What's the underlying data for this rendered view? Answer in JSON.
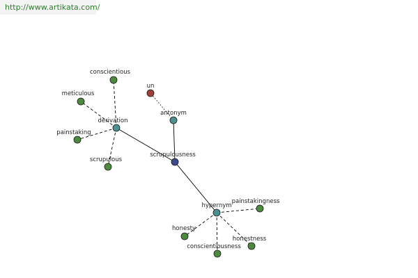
{
  "header": {
    "url": "http://www.artikata.com/"
  },
  "colors": {
    "background": "#ffffff",
    "url_text": "#2e7d2e",
    "edge": "#000000",
    "node_center": "#3a4a8c",
    "node_relation": "#4e8f8f",
    "node_word": "#4e8a3e",
    "node_antonym": "#a0403a"
  },
  "graph": {
    "nodes": [
      {
        "id": "scrupulousness",
        "label": "scrupulousness",
        "kind": "center"
      },
      {
        "id": "derivation",
        "label": "derivation",
        "kind": "relation"
      },
      {
        "id": "antonym",
        "label": "antonym",
        "kind": "relation"
      },
      {
        "id": "hypernym",
        "label": "hypernym",
        "kind": "relation"
      },
      {
        "id": "conscientious",
        "label": "conscientious",
        "kind": "word"
      },
      {
        "id": "meticulous",
        "label": "meticulous",
        "kind": "word"
      },
      {
        "id": "painstaking",
        "label": "painstaking",
        "kind": "word"
      },
      {
        "id": "scrupulous",
        "label": "scrupulous",
        "kind": "word"
      },
      {
        "id": "un",
        "label": "un",
        "kind": "antonym"
      },
      {
        "id": "painstakingness",
        "label": "painstakingness",
        "kind": "word"
      },
      {
        "id": "honesty",
        "label": "honesty",
        "kind": "word"
      },
      {
        "id": "conscientiousness",
        "label": "conscientiousness",
        "kind": "word"
      },
      {
        "id": "honestness",
        "label": "honestness",
        "kind": "word"
      }
    ],
    "edges": [
      {
        "from": "scrupulousness",
        "to": "derivation",
        "style": "solid"
      },
      {
        "from": "scrupulousness",
        "to": "antonym",
        "style": "solid"
      },
      {
        "from": "scrupulousness",
        "to": "hypernym",
        "style": "solid"
      },
      {
        "from": "derivation",
        "to": "conscientious",
        "style": "dashed"
      },
      {
        "from": "derivation",
        "to": "meticulous",
        "style": "dashed"
      },
      {
        "from": "derivation",
        "to": "painstaking",
        "style": "dashed"
      },
      {
        "from": "derivation",
        "to": "scrupulous",
        "style": "dashed"
      },
      {
        "from": "antonym",
        "to": "un",
        "style": "dotted"
      },
      {
        "from": "hypernym",
        "to": "painstakingness",
        "style": "dashed"
      },
      {
        "from": "hypernym",
        "to": "honesty",
        "style": "dashed"
      },
      {
        "from": "hypernym",
        "to": "conscientiousness",
        "style": "dashed"
      },
      {
        "from": "hypernym",
        "to": "honestness",
        "style": "dashed"
      }
    ]
  }
}
